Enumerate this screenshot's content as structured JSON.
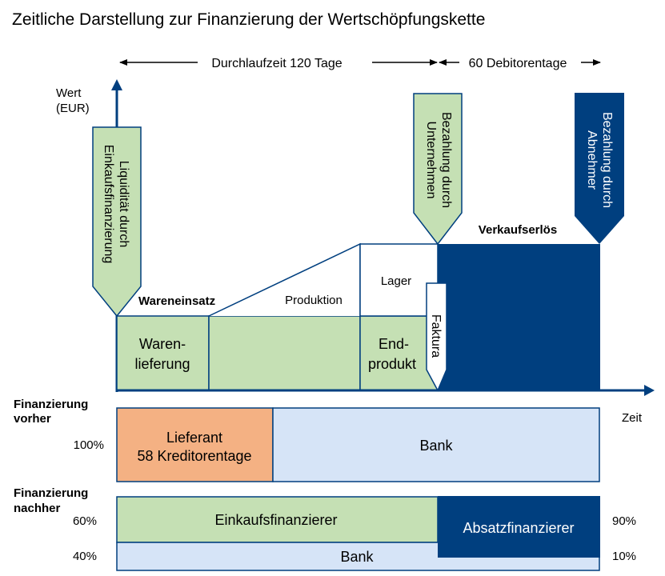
{
  "title": "Zeitliche Darstellung zur Finanzierung der Wertschöpfungskette",
  "timeline": {
    "durchlaufzeit": "Durchlaufzeit 120 Tage",
    "debitorentage": "60 Debitorentage"
  },
  "axes": {
    "y_label_line1": "Wert",
    "y_label_line2": "(EUR)",
    "x_label": "Zeit"
  },
  "arrows": {
    "einkauf_line1": "Liquidität durch",
    "einkauf_line2": "Einkaufsfinanzierung",
    "unternehmen_line1": "Bezahlung durch",
    "unternehmen_line2": "Unternehmen",
    "abnehmer_line1": "Bezahlung durch",
    "abnehmer_line2": "Abnehmer",
    "faktura": "Faktura"
  },
  "value_chain": {
    "wareneinsatz": "Wareneinsatz",
    "produktion": "Produktion",
    "lager": "Lager",
    "verkaufserloes": "Verkaufserlös",
    "warenlieferung_line1": "Waren-",
    "warenlieferung_line2": "lieferung",
    "endprodukt_line1": "End-",
    "endprodukt_line2": "produkt"
  },
  "financing_before": {
    "label_line1": "Finanzierung",
    "label_line2": "vorher",
    "percent": "100%",
    "lieferant_line1": "Lieferant",
    "lieferant_line2": "58 Kreditorentage",
    "bank": "Bank"
  },
  "financing_after": {
    "label_line1": "Finanzierung",
    "label_line2": "nachher",
    "left_top_percent": "60%",
    "left_bottom_percent": "40%",
    "right_top_percent": "90%",
    "right_bottom_percent": "10%",
    "einkaufsfinanzierer": "Einkaufsfinanzierer",
    "absatzfinanzierer": "Absatzfinanzierer",
    "bank": "Bank"
  },
  "colors": {
    "navy": "#003f7f",
    "green": "#c5e0b4",
    "orange": "#f4b183",
    "lightblue": "#d6e4f7"
  }
}
